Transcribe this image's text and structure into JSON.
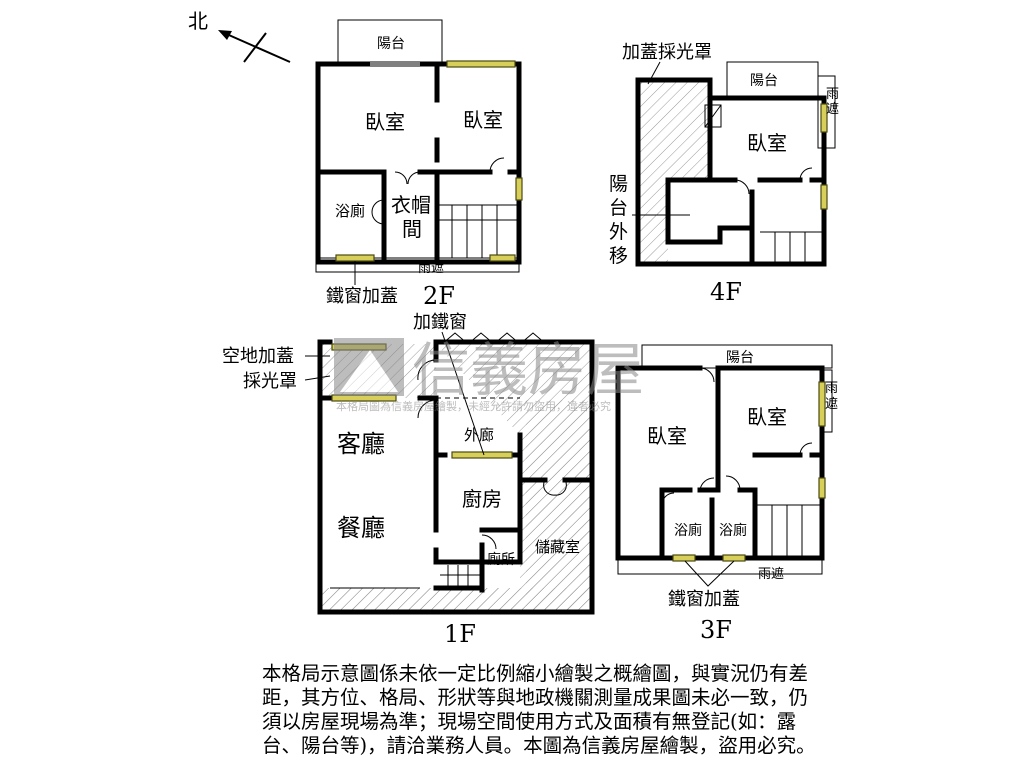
{
  "compass": {
    "north": "北"
  },
  "floor2": {
    "title": "2F",
    "rooms": {
      "balcony": "陽台",
      "bedroom_left": "臥室",
      "bedroom_right": "臥室",
      "bathroom": "浴廁",
      "closet_1": "衣帽",
      "closet_2": "間",
      "rain_shield": "雨遮"
    },
    "annotation": "鐵窗加蓋"
  },
  "floor4": {
    "title": "4F",
    "rooms": {
      "balcony": "陽台",
      "bedroom": "臥室",
      "rain_shield_1": "雨",
      "rain_shield_2": "遮"
    },
    "annotations": {
      "skylight": "加蓋採光罩",
      "balcony_moved": [
        "陽",
        "台",
        "外",
        "移"
      ]
    }
  },
  "floor1": {
    "title": "1F",
    "rooms": {
      "living": "客廳",
      "dining": "餐廳",
      "corridor": "外廊",
      "kitchen": "廚房",
      "toilet": "廁所",
      "storage": "儲藏室"
    },
    "annotations": {
      "iron_window": "加鐵窗",
      "yard_cover": "空地加蓋",
      "skylight": "採光罩"
    }
  },
  "floor3": {
    "title": "3F",
    "rooms": {
      "balcony": "陽台",
      "bedroom_left": "臥室",
      "bedroom_right": "臥室",
      "bathroom_1": "浴廁",
      "bathroom_2": "浴廁",
      "rain_shield_right_1": "雨",
      "rain_shield_right_2": "遮",
      "rain_shield_bottom": "雨遮"
    },
    "annotation": "鐵窗加蓋"
  },
  "watermark": {
    "brand": "信義房屋",
    "notice": "本格局圖為信義房屋繪製，未經允許請勿盜用，違者必究"
  },
  "disclaimer": [
    "本格局示意圖係未依一定比例縮小繪製之概繪圖，與實況仍有差",
    "距，其方位、格局、形狀等與地政機關測量成果圖未必一致，仍",
    "須以房屋現場為準；現場空間使用方式及面積有無登記(如：露",
    "台、陽台等)，請洽業務人員。本圖為信義房屋繪製，盜用必究。"
  ],
  "colors": {
    "wall": "#000000",
    "window": "#d8cf5a",
    "hatch": "#999999",
    "watermark": "#b0b0b0"
  }
}
